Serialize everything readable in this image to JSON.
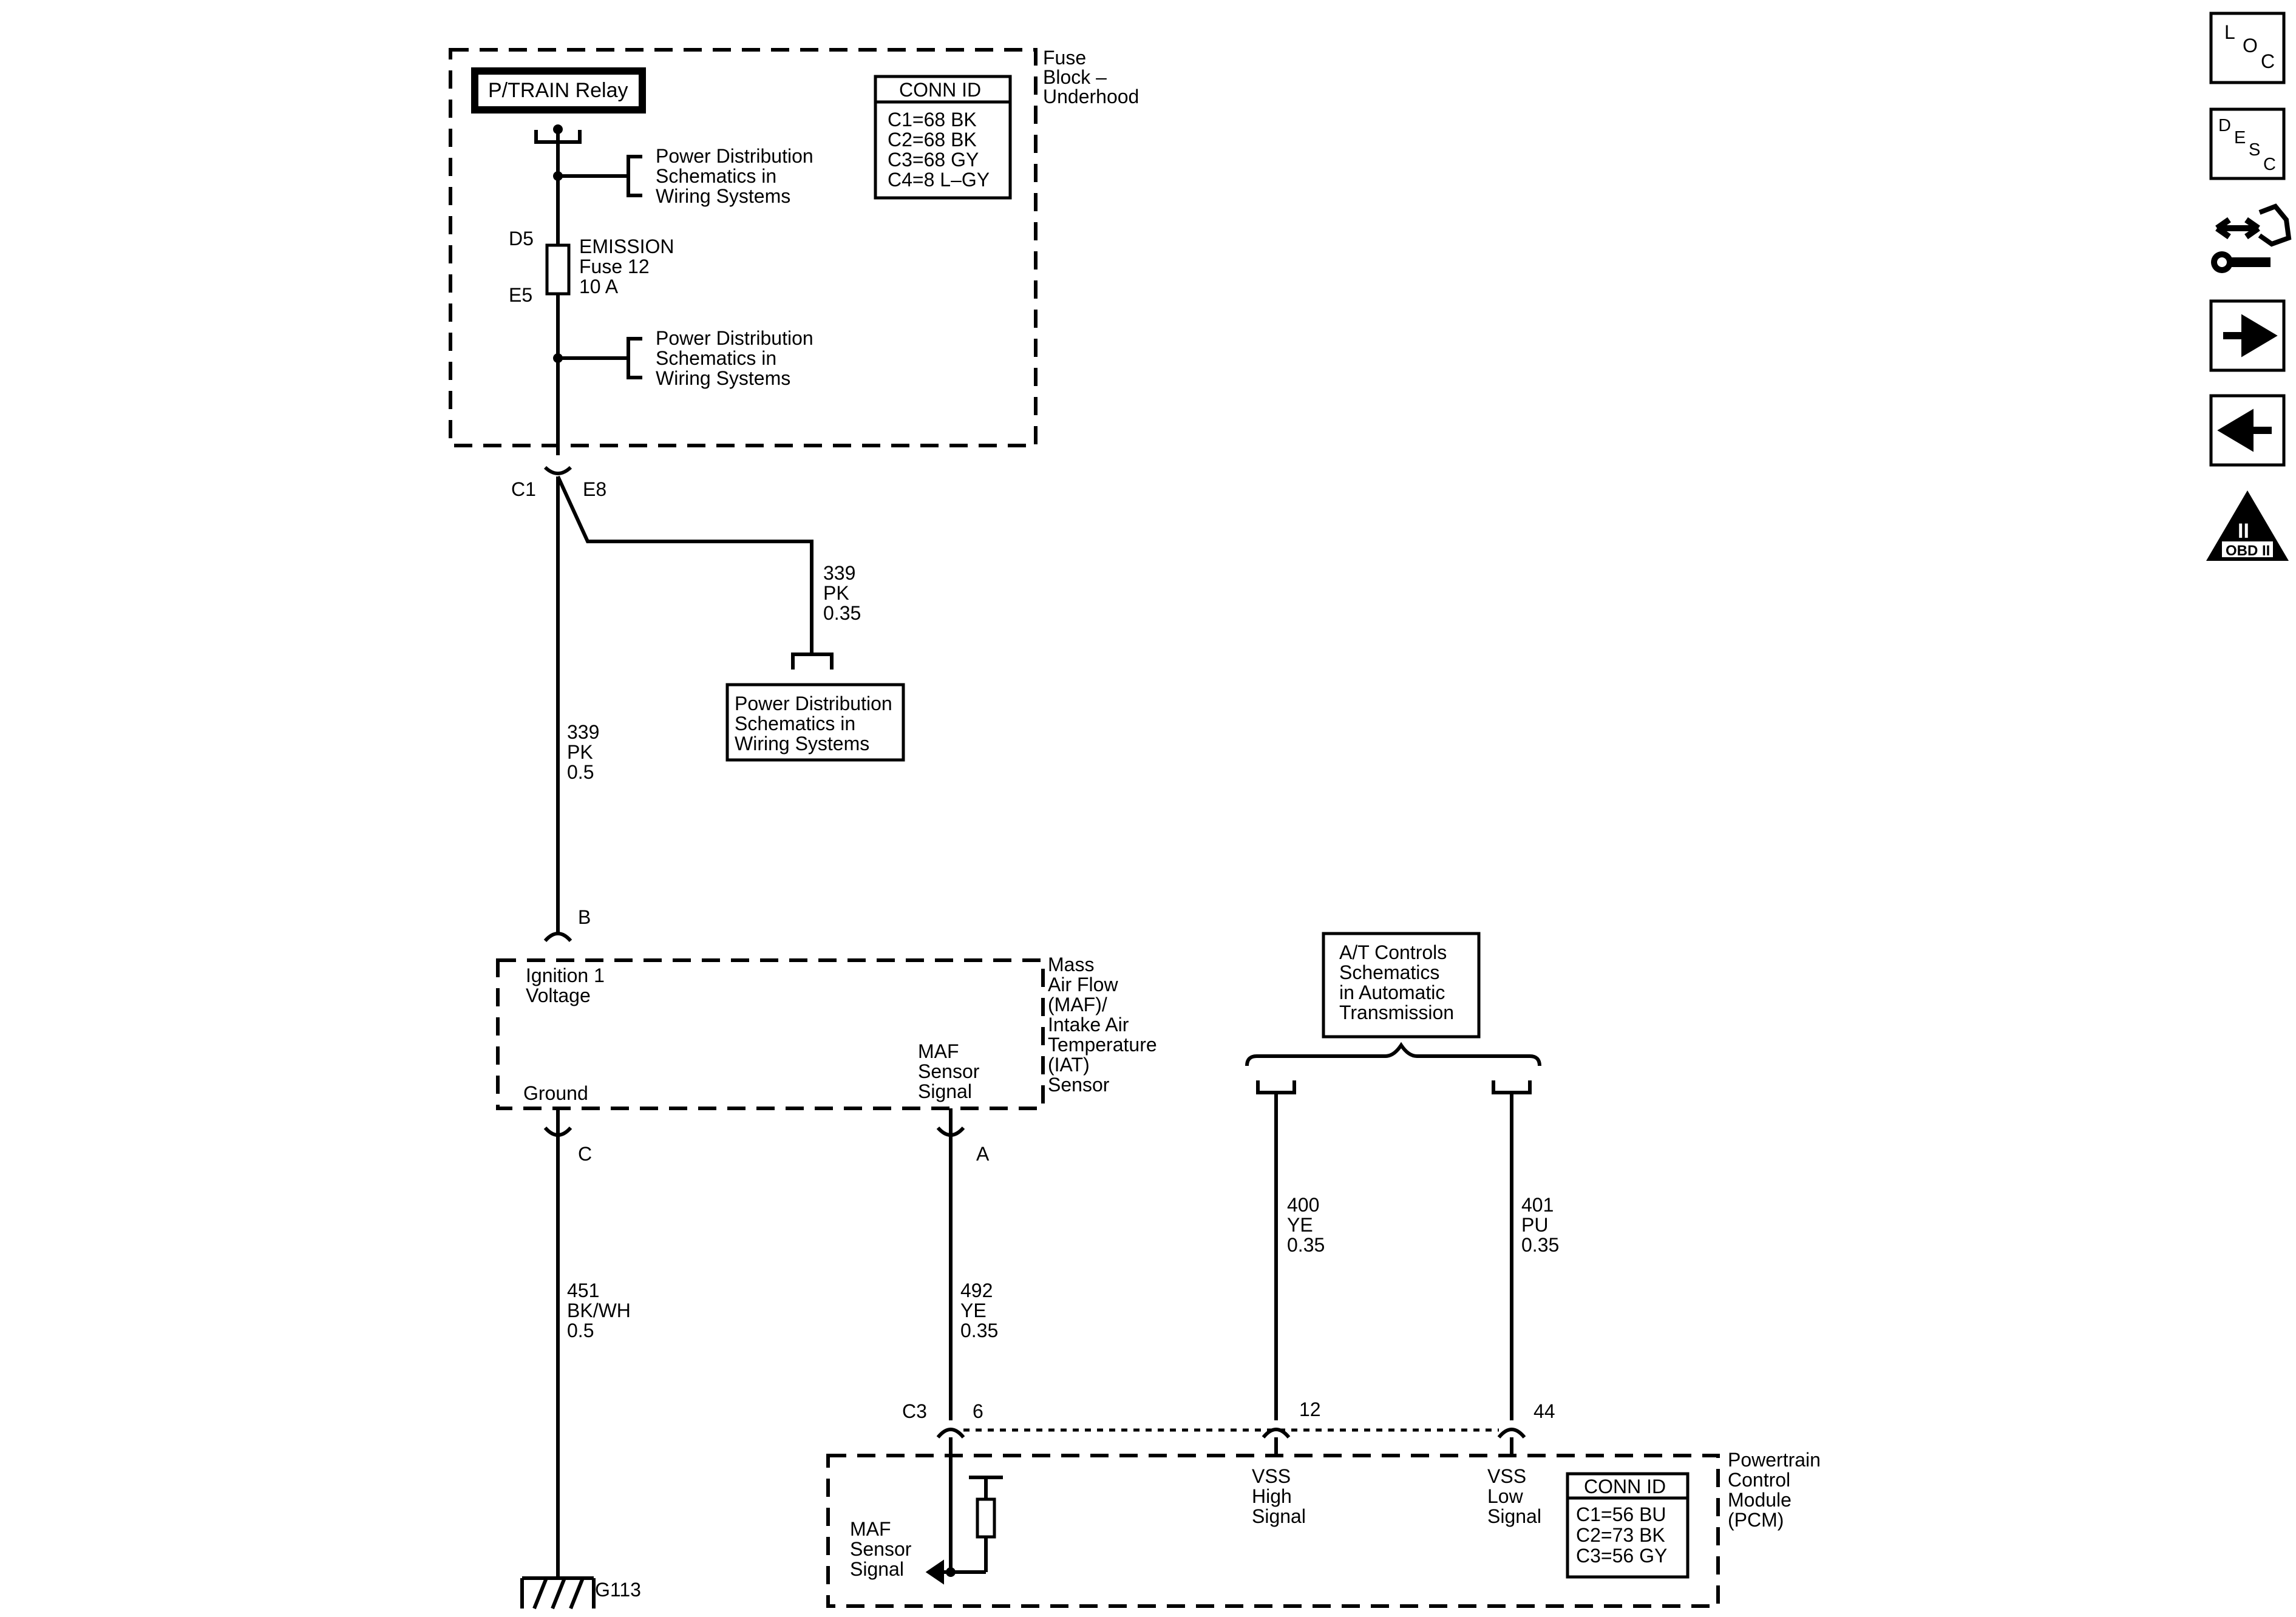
{
  "fuse_block": {
    "title_lines": [
      "Fuse",
      "Block –",
      "Underhood"
    ],
    "relay_label": "P/TRAIN Relay",
    "conn": {
      "header": "CONN ID",
      "lines": [
        "C1=68 BK",
        "C2=68 BK",
        "C3=68 GY",
        "C4=8 L–GY"
      ]
    },
    "power_dist_top": [
      "Power Distribution",
      "Schematics in",
      "Wiring Systems"
    ],
    "power_dist_mid": [
      "Power Distribution",
      "Schematics in",
      "Wiring Systems"
    ],
    "fuse_pin_top": "D5",
    "fuse_pin_bottom": "E5",
    "fuse_lines": [
      "EMISSION",
      "Fuse 12",
      "10 A"
    ]
  },
  "c1_connector": {
    "conn": "C1",
    "pin": "E8"
  },
  "branch_wire": {
    "circuit": "339",
    "color": "PK",
    "gauge": "0.35"
  },
  "power_dist_box": [
    "Power Distribution",
    "Schematics in",
    "Wiring Systems"
  ],
  "main_wire": {
    "circuit": "339",
    "color": "PK",
    "gauge": "0.5"
  },
  "maf_sensor": {
    "pin_b": "B",
    "ignition_lines": [
      "Ignition 1",
      "Voltage"
    ],
    "ground_label": "Ground",
    "signal_lines": [
      "MAF",
      "Sensor",
      "Signal"
    ],
    "title_lines": [
      "Mass",
      "Air Flow",
      "(MAF)/",
      "Intake Air",
      "Temperature",
      "(IAT)",
      "Sensor"
    ],
    "pin_c": "C",
    "pin_a": "A"
  },
  "ground_wire": {
    "circuit": "451",
    "color": "BK/WH",
    "gauge": "0.5"
  },
  "ground_label": "G113",
  "signal_wire": {
    "circuit": "492",
    "color": "YE",
    "gauge": "0.35"
  },
  "at_controls": [
    "A/T Controls",
    "Schematics",
    "in Automatic",
    "Transmission"
  ],
  "vss_high_wire": {
    "circuit": "400",
    "color": "YE",
    "gauge": "0.35"
  },
  "vss_low_wire": {
    "circuit": "401",
    "color": "PU",
    "gauge": "0.35"
  },
  "pcm": {
    "conn_label": "C3",
    "pin_6": "6",
    "pin_12": "12",
    "pin_44": "44",
    "maf_lines": [
      "MAF",
      "Sensor",
      "Signal"
    ],
    "vss_high_lines": [
      "VSS",
      "High",
      "Signal"
    ],
    "vss_low_lines": [
      "VSS",
      "Low",
      "Signal"
    ],
    "conn": {
      "header": "CONN ID",
      "lines": [
        "C1=56 BU",
        "C2=73 BK",
        "C3=56 GY"
      ]
    },
    "title_lines": [
      "Powertrain",
      "Control",
      "Module",
      "(PCM)"
    ]
  },
  "nav": {
    "loc": {
      "letters": [
        "L",
        "O",
        "C"
      ]
    },
    "desc": {
      "letters": [
        "D",
        "E",
        "S",
        "C"
      ]
    },
    "obd": {
      "label": "OBD II",
      "numeral": "II"
    }
  }
}
